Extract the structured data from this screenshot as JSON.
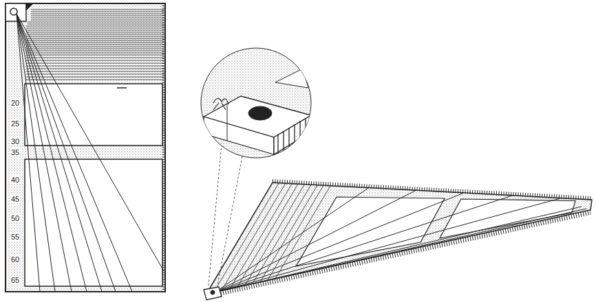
{
  "diagram": {
    "labels": [
      "20",
      "25",
      "30",
      "35",
      "40",
      "45",
      "50",
      "55",
      "60",
      "65"
    ]
  }
}
